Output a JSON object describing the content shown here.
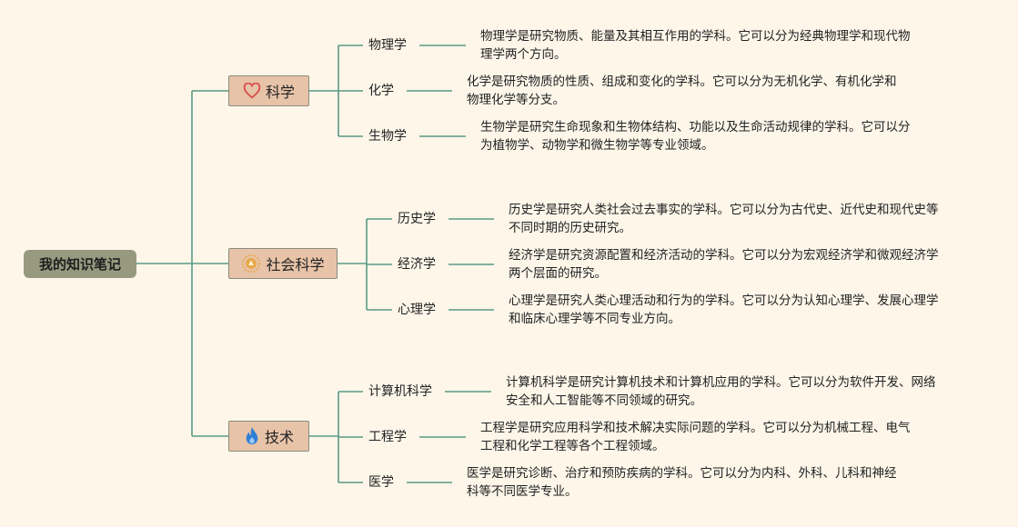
{
  "root": {
    "label": "我的知识笔记"
  },
  "categories": [
    {
      "label": "科学",
      "icon": "heart-icon",
      "icon_color": "#d9534f",
      "children": [
        {
          "label": "物理学",
          "description": [
            "物理学是研究物质、能量及其相互作用的学科。它可以分为经典物理学和现代物",
            "理学两个方向。"
          ]
        },
        {
          "label": "化学",
          "description": [
            "化学是研究物质的性质、组成和变化的学科。它可以分为无机化学、有机化学和",
            "物理化学等分支。"
          ]
        },
        {
          "label": "生物学",
          "description": [
            "生物学是研究生命现象和生物体结构、功能以及生命活动规律的学科。它可以分",
            "为植物学、动物学和微生物学等专业领域。"
          ]
        }
      ]
    },
    {
      "label": "社会科学",
      "icon": "sun-badge-icon",
      "icon_color": "#e8a53c",
      "children": [
        {
          "label": "历史学",
          "description": [
            "历史学是研究人类社会过去事实的学科。它可以分为古代史、近代史和现代史等",
            "不同时期的历史研究。"
          ]
        },
        {
          "label": "经济学",
          "description": [
            "经济学是研究资源配置和经济活动的学科。它可以分为宏观经济学和微观经济学",
            "两个层面的研究。"
          ]
        },
        {
          "label": "心理学",
          "description": [
            "心理学是研究人类心理活动和行为的学科。它可以分为认知心理学、发展心理学",
            "和临床心理学等不同专业方向。"
          ]
        }
      ]
    },
    {
      "label": "技术",
      "icon": "flame-icon",
      "icon_color": "#2f7fd6",
      "children": [
        {
          "label": "计算机科学",
          "description": [
            "计算机科学是研究计算机技术和计算机应用的学科。它可以分为软件开发、网络",
            "安全和人工智能等不同领域的研究。"
          ]
        },
        {
          "label": "工程学",
          "description": [
            "工程学是研究应用科学和技术解决实际问题的学科。它可以分为机械工程、电气",
            "工程和化学工程等各个工程领域。"
          ]
        },
        {
          "label": "医学",
          "description": [
            "医学是研究诊断、治疗和预防疾病的学科。它可以分为内科、外科、儿科和神经",
            "科等不同医学专业。"
          ]
        }
      ]
    }
  ],
  "colors": {
    "connector": "#5a9a86",
    "background": "#fdf6e9"
  }
}
